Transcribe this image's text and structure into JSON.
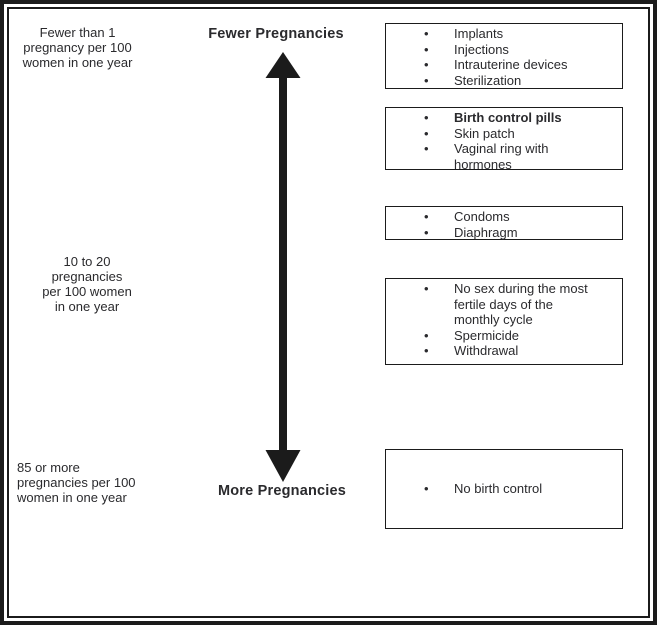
{
  "figure": {
    "bullet_char": "•",
    "axis": {
      "top_label": "Fewer Pregnancies",
      "bottom_label": "More Pregnancies"
    },
    "left_labels": [
      {
        "lines": [
          "Fewer than 1",
          "pregnancy per 100",
          "women in one year"
        ]
      },
      {
        "lines": [
          "10 to 20",
          "pregnancies",
          "per 100 women",
          "in one year"
        ]
      },
      {
        "lines": [
          "85 or more",
          "pregnancies per 100",
          "women in one year"
        ]
      }
    ],
    "method_boxes": [
      {
        "items": [
          {
            "text": "Implants",
            "bold": false
          },
          {
            "text": "Injections",
            "bold": false
          },
          {
            "text": "Intrauterine devices",
            "bold": false
          },
          {
            "text": "Sterilization",
            "bold": false
          }
        ]
      },
      {
        "items": [
          {
            "text": "Birth control pills",
            "bold": true
          },
          {
            "text": "Skin patch",
            "bold": false
          },
          {
            "text": "Vaginal ring with hormones",
            "bold": false
          }
        ]
      },
      {
        "items": [
          {
            "text": "Condoms",
            "bold": false
          },
          {
            "text": "Diaphragm",
            "bold": false
          }
        ]
      },
      {
        "items": [
          {
            "text": "No sex during the most fertile days of the monthly cycle",
            "bold": false
          },
          {
            "text": "Spermicide",
            "bold": false
          },
          {
            "text": "Withdrawal",
            "bold": false
          }
        ]
      },
      {
        "items": [
          {
            "text": "No birth control",
            "bold": false
          }
        ]
      }
    ],
    "colors": {
      "text": "#2a2a2d",
      "border": "#1b1b1b",
      "background": "#ffffff"
    }
  }
}
